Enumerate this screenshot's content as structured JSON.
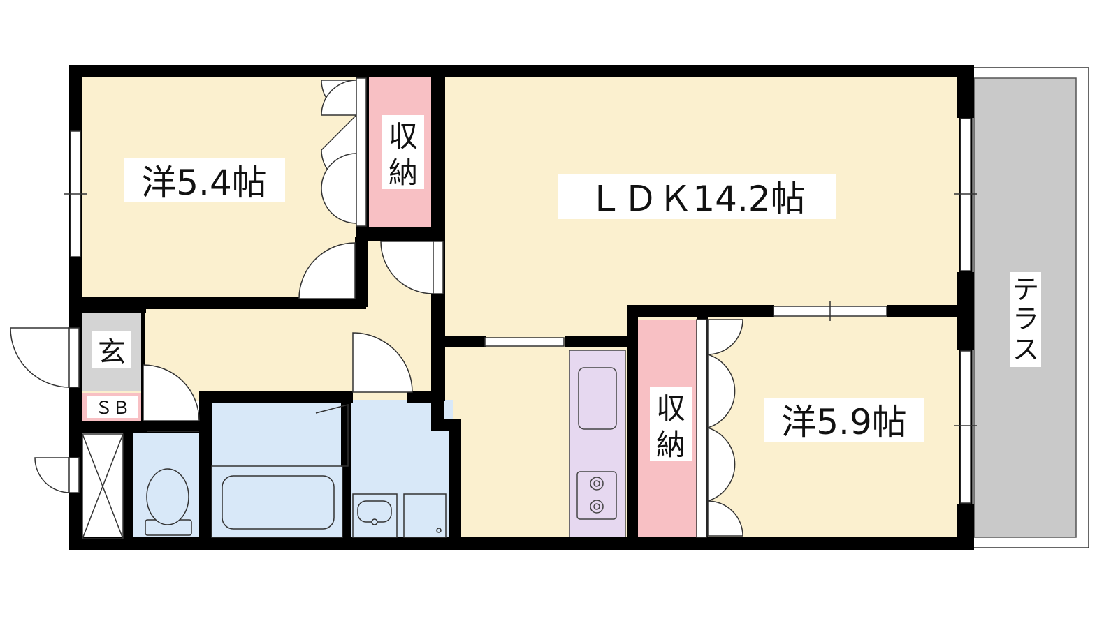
{
  "rooms": {
    "western1": "洋5.4帖",
    "ldk": "ＬＤＫ14.2帖",
    "western2": "洋5.9帖",
    "storage1": [
      "収",
      "納"
    ],
    "storage2": [
      "収",
      "納"
    ],
    "entrance": "玄",
    "shoe_box": "ＳＢ",
    "terrace": [
      "テ",
      "ラ",
      "ス"
    ]
  },
  "colors": {
    "room_floor": "#fbf0cf",
    "storage": "#f8c0c4",
    "wet_area": "#d8e8f8",
    "kitchen_counter": "#e6d8f0",
    "entrance": "#d4d4d4",
    "terrace": "#c9c9c9",
    "wall": "#000000",
    "label_bg": "#ffffff"
  }
}
